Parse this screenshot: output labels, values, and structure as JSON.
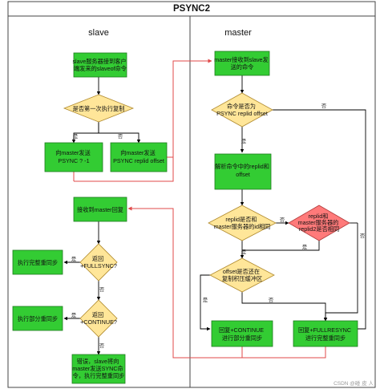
{
  "title": "PSYNC2",
  "lanes": {
    "slave": "slave",
    "master": "master"
  },
  "nodes": {
    "s_receive": [
      "slave服务器接到客户",
      "端发来的slaveof命令"
    ],
    "s_first": [
      "是否第一次执行复制"
    ],
    "s_send_first": [
      "向master发送",
      "PSYNC ? -1"
    ],
    "s_send_offset": [
      "向master发送",
      "PSYNC replid offset"
    ],
    "m_receive": [
      "master接收到slave发",
      "送的命令"
    ],
    "m_is_psync": [
      "命令是否为",
      "PSYNC replid offset"
    ],
    "m_parse": [
      "解析命令中的replid和",
      "offset"
    ],
    "m_replid_same": [
      "replid是否和",
      "master服务器的id相同"
    ],
    "m_replid2_same": [
      "replid和",
      "master服务器的",
      "replid2是否相同"
    ],
    "m_offset_in_buffer": [
      "offset是否还在",
      "复制积压缓冲区"
    ],
    "m_continue": [
      "回复+CONTINUE",
      "进行部分重同步"
    ],
    "m_fullresync": [
      "回复+FULLRESYNC",
      "进行完整重同步"
    ],
    "s_receive_reply": [
      "接收到master回复"
    ],
    "s_is_full": [
      "返回",
      "+FULLSYNC?"
    ],
    "s_do_full": [
      "执行完整重同步"
    ],
    "s_is_continue": [
      "返回",
      "+CONTINUE?"
    ],
    "s_do_partial": [
      "执行部分重同步"
    ],
    "s_error": [
      "错误，slave将向",
      "master发送SYNC命",
      "令，执行完整重同步"
    ]
  },
  "edge_labels": {
    "yes": "是",
    "no": "否"
  },
  "watermark": "CSDN @碰 皮 人",
  "colors": {
    "process_fill": "#33cc33",
    "decision_fill": "#ffe699",
    "alt_decision_fill": "#ff7a7a",
    "edge": "#000000",
    "return_edge": "#e04a4a",
    "lane_border": "#444444"
  }
}
